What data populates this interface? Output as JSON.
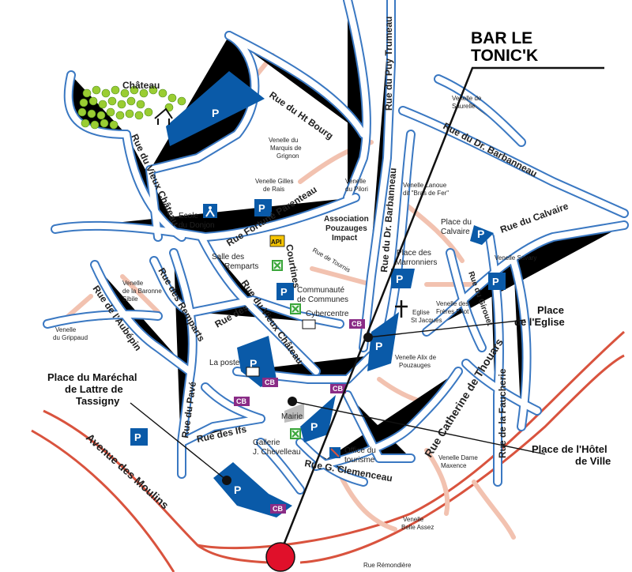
{
  "title": "BAR LE TONIC'K",
  "title_lines": [
    "BAR LE",
    "TONIC'K"
  ],
  "streets": {
    "rue_ht_bourg": "Rue du Ht Bourg",
    "rue_puy_trumeau": "Rue du Puy Trumeau",
    "rue_dr_barbanneau_1": "Rue du Dr. Barbanneau",
    "rue_dr_barbanneau_2": "Rue du Dr. Barbanneau",
    "rue_calvaire": "Rue du Calvaire",
    "rue_vieux_chateau_1": "Rue du Vieux Château",
    "rue_vieux_chateau_2": "Rue du Vieux Château",
    "rue_fortune_parenteau": "Rue Fortuné Parenteau",
    "rue_remparts": "Rue des Remparts",
    "rue_aubepin": "Rue de l'Aubépin",
    "rue_courtines": "Courtines",
    "rue_des_1": "Rue des",
    "rue_pave": "Rue du Pavé",
    "rue_ifs": "Rue des Ifs",
    "rue_clemenceau": "Rue G. Clemenceau",
    "avenue_moulins": "Avenue des Moulins",
    "rue_catherine_thouars": "Rue Catherine de Thouars",
    "rue_faucherie": "Rue de la Faucherie",
    "rue_girouet": "Rue du Girouet",
    "rue_tournis": "Rue de Tournis",
    "rue_remondiere": "Rue Rémondière"
  },
  "venelles": {
    "marquis": [
      "Venelle du",
      "Marquis de",
      "Grignon"
    ],
    "gilles": [
      "Venelle Gilles",
      "de Rais"
    ],
    "pilori": [
      "Venelle",
      "du Pilori"
    ],
    "lanoue": [
      "Venelle Lanoue",
      "dit \"Bras de Fer\""
    ],
    "saurelle": [
      "Venelle de",
      "Saurelle"
    ],
    "savary": [
      "Venelle Savary"
    ],
    "baronne": [
      "Venelle",
      "de la Baronne",
      "Sibile"
    ],
    "grippaud": [
      "Venelle",
      "du Grippaud"
    ],
    "freres": [
      "Venelle des",
      "Frères Friot"
    ],
    "alix": [
      "Venelle Alix de",
      "Pouzauges"
    ],
    "maxence": [
      "Venelle Dame",
      "Maxence"
    ],
    "belle": [
      "Venelle",
      "Belle Assez"
    ]
  },
  "pois": {
    "chateau": "Château",
    "ecole": [
      "Ecole",
      "du Donjon"
    ],
    "association": [
      "Association",
      "Pouzauges",
      "Impact"
    ],
    "salle": [
      "Salle des",
      "Remparts"
    ],
    "communaute": [
      "Communauté",
      "de Communes"
    ],
    "cybercentre": "Cybercentre",
    "eglise": [
      "Eglise",
      "St Jacques"
    ],
    "place_calvaire": [
      "Place du",
      "Calvaire"
    ],
    "place_marronniers": [
      "Place des",
      "Marronniers"
    ],
    "la_poste": "La poste",
    "mairie": "Mairie",
    "galerie": [
      "Gallerie",
      "J. Chevelleau"
    ],
    "office": [
      "Office du",
      "tourisme"
    ]
  },
  "callouts": {
    "place_eglise": [
      "Place",
      "de l'Eglise"
    ],
    "place_hotel": [
      "Place de l'Hôtel",
      "de Ville"
    ],
    "place_marechal": [
      "Place du Maréchal",
      "de Lattre de",
      "Tassigny"
    ]
  },
  "parking_label": "P",
  "cb_label": "CB",
  "api_label": "API",
  "colors": {
    "road": "#3a78c2",
    "parking": "#0a5aa8",
    "red": "#d9533e",
    "pink": "#f2c2b0",
    "marker": "#e0102a",
    "cb": "#8a2c86"
  }
}
